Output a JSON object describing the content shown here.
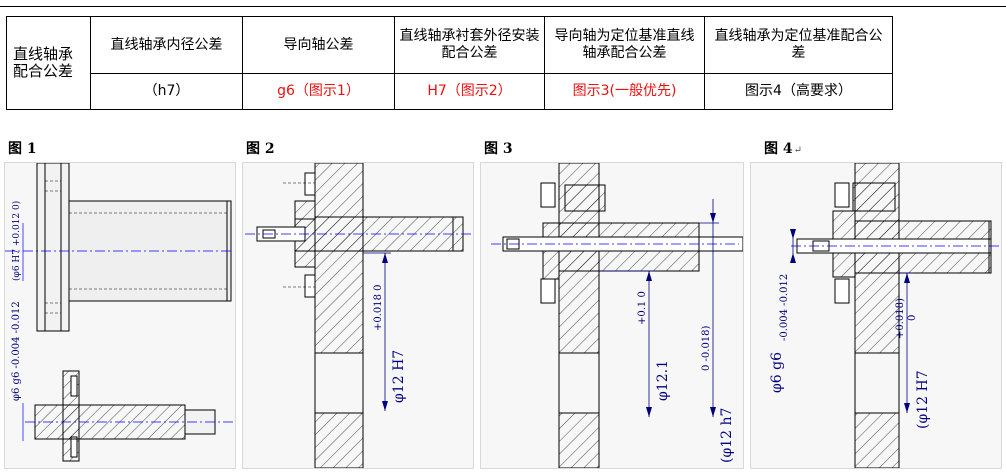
{
  "table": {
    "row_label": "直线轴承配合公差",
    "headers": [
      "直线轴承内径公差",
      "导向轴公差",
      "直线轴承衬套外径安装配合公差",
      "导向轴为定位基准直线轴承配合公差",
      "直线轴承为定位基准配合公差"
    ],
    "values": [
      "（h7）",
      "g6（图示1）",
      "H7（图示2）",
      "图示3(一般优先)",
      "图示4（高要求）"
    ]
  },
  "figures": {
    "labels": [
      "图 1",
      "图 2",
      "图 3",
      "图 4"
    ],
    "fig4_mark": "↵",
    "fig1": {
      "dim_upper": "(φ6 H7 +0.012 0)",
      "dim_lower": "φ6 g6 -0.004 -0.012"
    },
    "fig2": {
      "tol": "+0.018 0",
      "dim": "φ12 H7"
    },
    "fig3": {
      "tol1": "+0.1 0",
      "dim1": "φ12.1",
      "tol2": "0 -0.018)",
      "dim2": "(φ12 h7"
    },
    "fig4": {
      "tol_left": "-0.004 -0.012",
      "dim_left": "φ6 g6",
      "tol_right": "+0.018)",
      "tol_right2": "0",
      "dim_right": "(φ12 H7"
    }
  },
  "colors": {
    "dimension": "#00007f",
    "red_text": "#e81010",
    "line": "#000000",
    "centerline": "#0000ff"
  }
}
